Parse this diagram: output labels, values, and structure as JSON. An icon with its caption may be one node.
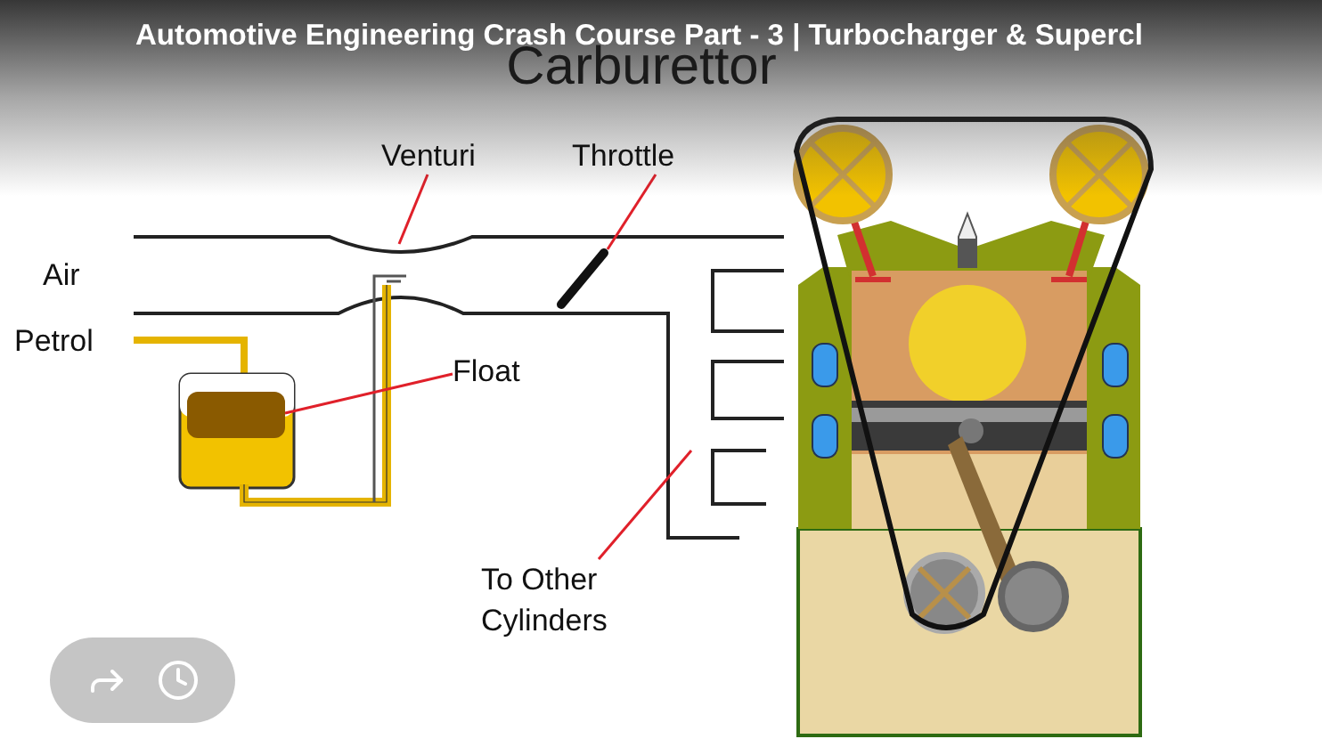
{
  "diagram": {
    "title": "Carburettor",
    "nodes": [
      {
        "text": [
          "Venturi"
        ]
      },
      {
        "text": [
          "Throttle"
        ]
      },
      {
        "text": [
          "Float"
        ]
      },
      {
        "text": [
          "To Other Cylinders"
        ]
      },
      {
        "text": [],
        "shape": "bar"
      },
      {
        "text": [],
        "shape": "box"
      }
    ],
    "edges": [
      {
        "from": 0,
        "to": null,
        "arrow": "none",
        "color": "#e0202a"
      },
      {
        "from": 1,
        "to": 4,
        "arrow": "none",
        "color": "#e0202a"
      },
      {
        "from": 2,
        "to": 5,
        "arrow": "none",
        "color": "#e0202a"
      },
      {
        "from": 3,
        "to": null,
        "arrow": "none",
        "color": "#e0202a"
      }
    ],
    "labels": [
      "Automotive Engineering Crash Course Part - 3 | Turbocharger & Supercl",
      "Air",
      "Petrol"
    ]
  }
}
